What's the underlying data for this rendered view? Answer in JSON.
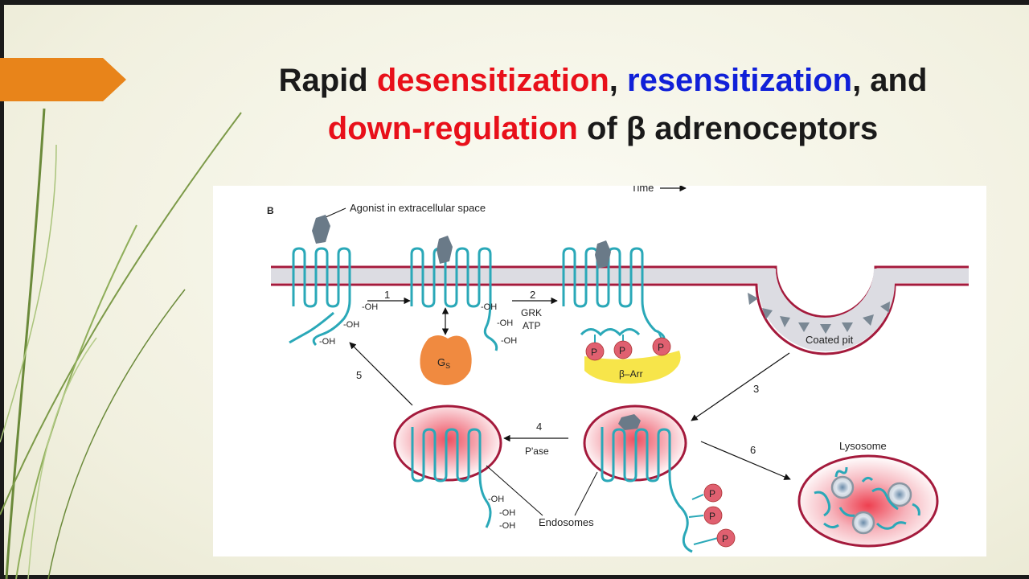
{
  "slide": {
    "title_parts": {
      "w1": "Rapid ",
      "w2": "desensitization",
      "w3": ", ",
      "w4": "resensitization",
      "w5": ", and",
      "w6": "down-regulation",
      "w7": " of β adrenoceptors"
    },
    "colors": {
      "accent_orange": "#e8841a",
      "title_red": "#e8101a",
      "title_blue": "#1020d8",
      "membrane": "#a41a3c",
      "receptor": "#2aa8b8",
      "phosphate": "#e06070",
      "gs": "#f08a40",
      "arrestin": "#f7e54a"
    }
  },
  "diagram": {
    "panel_letter": "B",
    "time_label": "Time",
    "agonist_label": "Agonist in extracellular space",
    "oh": "-OH",
    "step1": "1",
    "step2": "2",
    "step2_sub1": "GRK",
    "step2_sub2": "ATP",
    "step3": "3",
    "step4": "4",
    "step4_sub": "P'ase",
    "step5": "5",
    "step6": "6",
    "gs_main": "G",
    "gs_sub": "S",
    "p": "P",
    "barr": "β–Arr",
    "coated_pit": "Coated pit",
    "endosomes": "Endosomes",
    "lysosome": "Lysosome"
  }
}
